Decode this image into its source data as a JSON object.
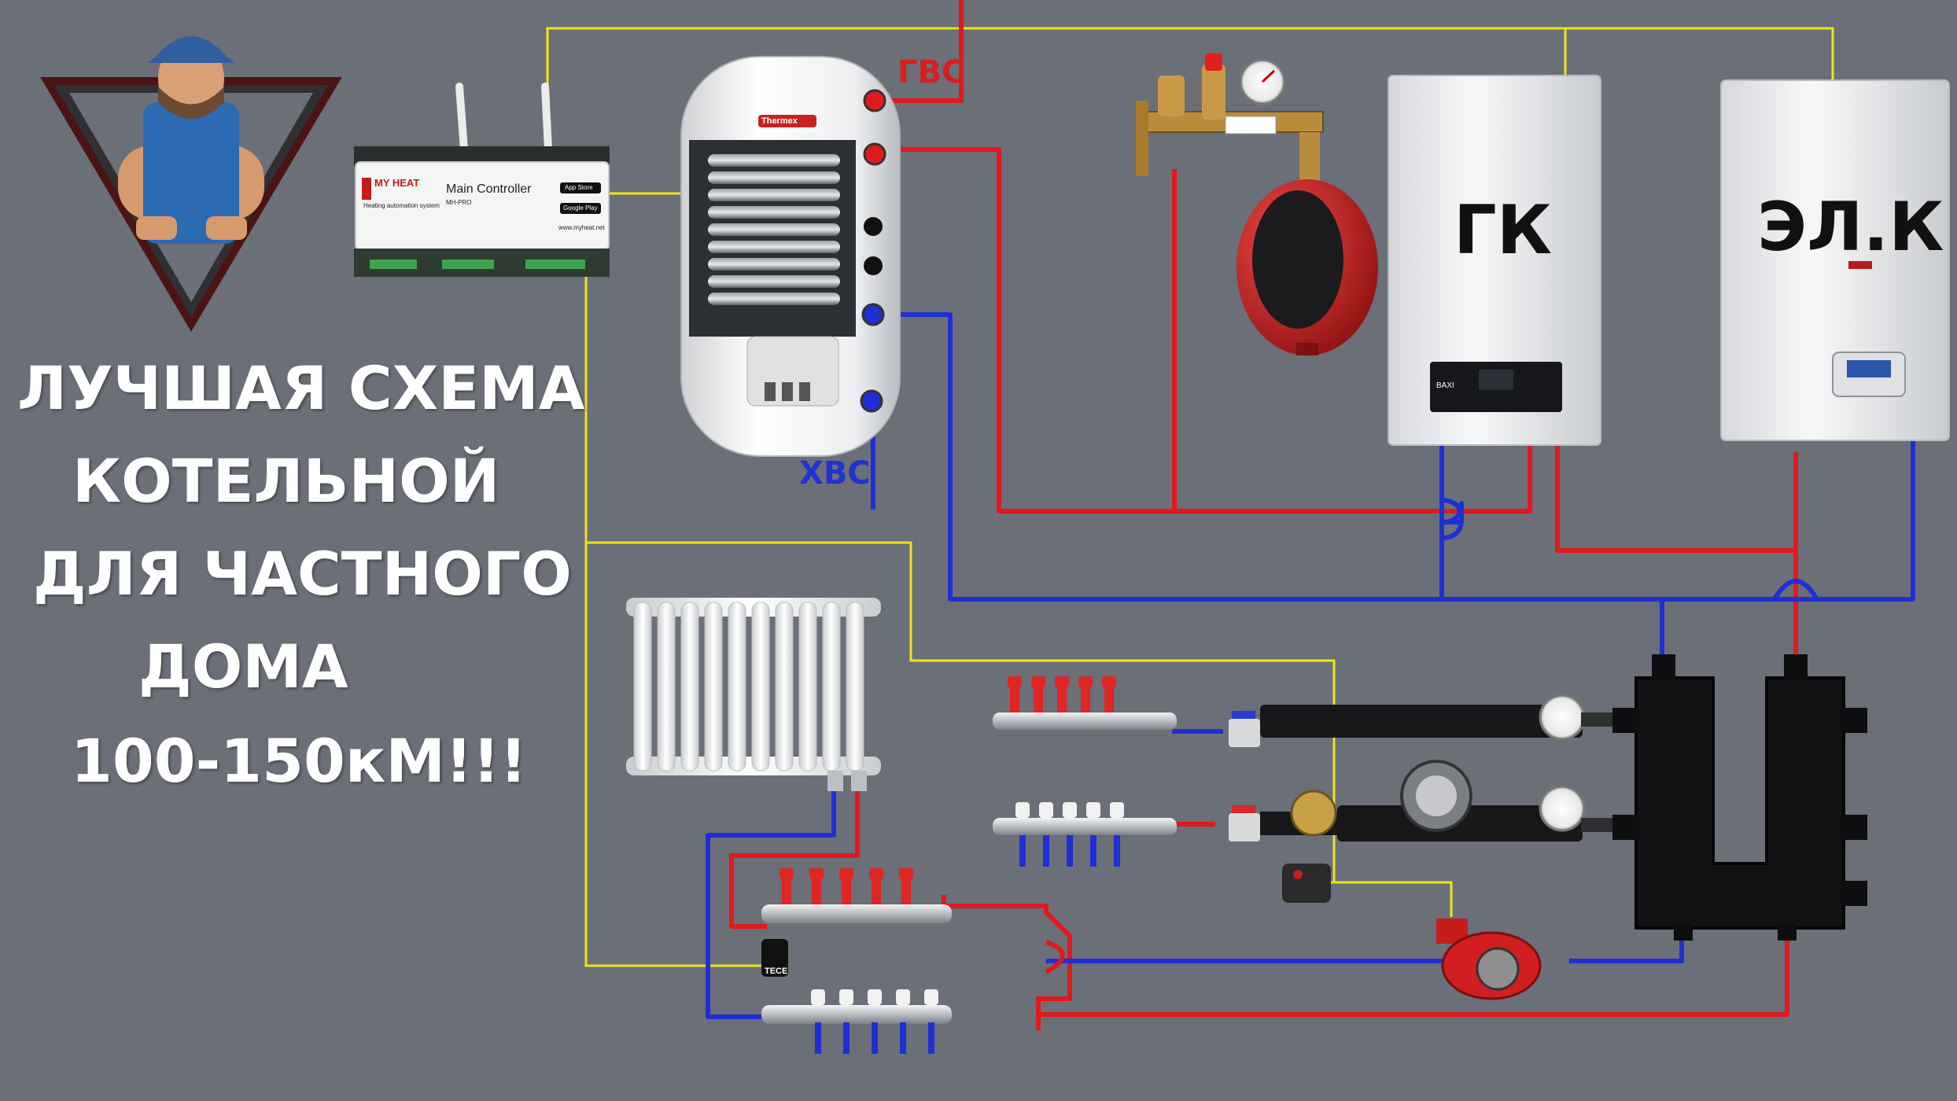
{
  "title": {
    "lines": [
      "ЛУЧШАЯ СХЕМА",
      "КОТЕЛЬНОЙ",
      "ДЛЯ ЧАСТНОГО",
      "ДОМА",
      "100-150кМ!!!"
    ]
  },
  "labels": {
    "hot_water": "ГВС",
    "cold_water": "ХВС",
    "gas_boiler": "ГК",
    "electric_boiler": "ЭЛ.К"
  },
  "controller": {
    "brand": "MY HEAT",
    "brand_sub": "Heating automation system",
    "name": "Main Controller",
    "model": "MH-PRO",
    "app_store": "App Store",
    "google_play": "Google Play",
    "site": "www.myheat.net"
  },
  "tank_brand": "Thermex",
  "gas_boiler_brand": "BAXI",
  "sensor_brand": "TECE",
  "colors": {
    "background": "#6a6f78",
    "hot_pipe": "#e0191c",
    "cold_pipe": "#1f2fd4",
    "control_wire": "#f2e21a"
  }
}
